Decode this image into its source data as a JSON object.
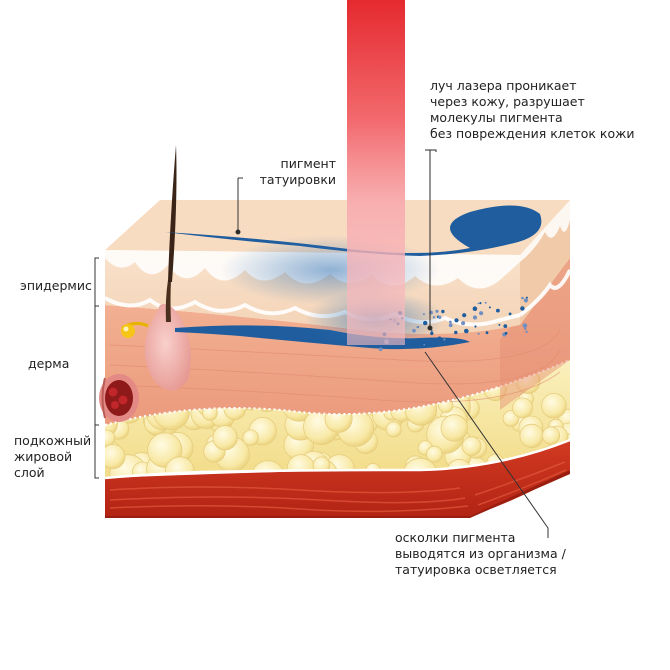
{
  "labels": {
    "laser": {
      "line1": "луч лазера проникает",
      "line2": "через кожу, разрушает",
      "line3": "молекулы пигмента",
      "line4": "без повреждения клеток кожи"
    },
    "pigment": {
      "line1": "пигмент",
      "line2": "татуировки"
    },
    "epidermis": "эпидермис",
    "dermis": "дерма",
    "subcutaneous": {
      "line1": "подкожный",
      "line2": "жировой",
      "line3": "слой"
    },
    "fragments": {
      "line1": "осколки пигмента",
      "line2": "выводятся из организма /",
      "line3": "татуировка осветляется"
    }
  },
  "colors": {
    "laser": "#e8323a",
    "pigment": "#1f5d9e",
    "epidermis": "#f6d9bf",
    "dermis": "#f0a98d",
    "fat": "#f7e9a8",
    "muscle": "#c62f1d",
    "hair": "#3a2418",
    "blood": "#8e1a1a"
  },
  "icons": {
    "laser_beam": "laser-beam-icon",
    "hair": "hair-follicle-icon",
    "vessel": "blood-vessel-icon"
  }
}
